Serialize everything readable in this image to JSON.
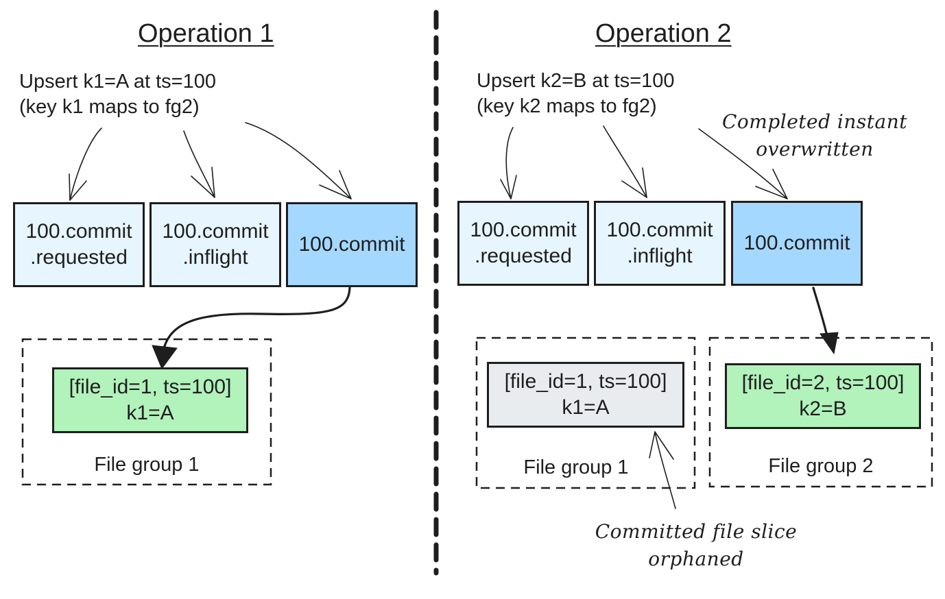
{
  "colors": {
    "requested_fill": "#e7f5ff",
    "inflight_fill": "#e7f5ff",
    "commit_fill": "#a5d8ff",
    "active_slice_fill": "#b2f2bb",
    "orphaned_slice_fill": "#e9ecef",
    "stroke": "#1e1e1e"
  },
  "operation1": {
    "title": "Operation 1",
    "note_line1": "Upsert k1=A at ts=100",
    "note_line2": "(key k1 maps to fg2)",
    "instants": [
      {
        "line1": "100.commit",
        "line2": ".requested"
      },
      {
        "line1": "100.commit",
        "line2": ".inflight"
      },
      {
        "line1": "100.commit",
        "line2": ""
      }
    ],
    "file_group": {
      "label": "File group 1",
      "slice_line1": "[file_id=1, ts=100]",
      "slice_line2": "k1=A"
    }
  },
  "operation2": {
    "title": "Operation 2",
    "note_line1": "Upsert k2=B at ts=100",
    "note_line2": "(key k2 maps to fg2)",
    "instants": [
      {
        "line1": "100.commit",
        "line2": ".requested"
      },
      {
        "line1": "100.commit",
        "line2": ".inflight"
      },
      {
        "line1": "100.commit",
        "line2": ""
      }
    ],
    "file_group_1": {
      "label": "File group 1",
      "slice_line1": "[file_id=1, ts=100]",
      "slice_line2": "k1=A"
    },
    "file_group_2": {
      "label": "File group 2",
      "slice_line1": "[file_id=2, ts=100]",
      "slice_line2": "k2=B"
    },
    "annotation_overwritten_line1": "Completed instant",
    "annotation_overwritten_line2": "overwritten",
    "annotation_orphaned_line1": "Committed file slice",
    "annotation_orphaned_line2": "orphaned"
  }
}
